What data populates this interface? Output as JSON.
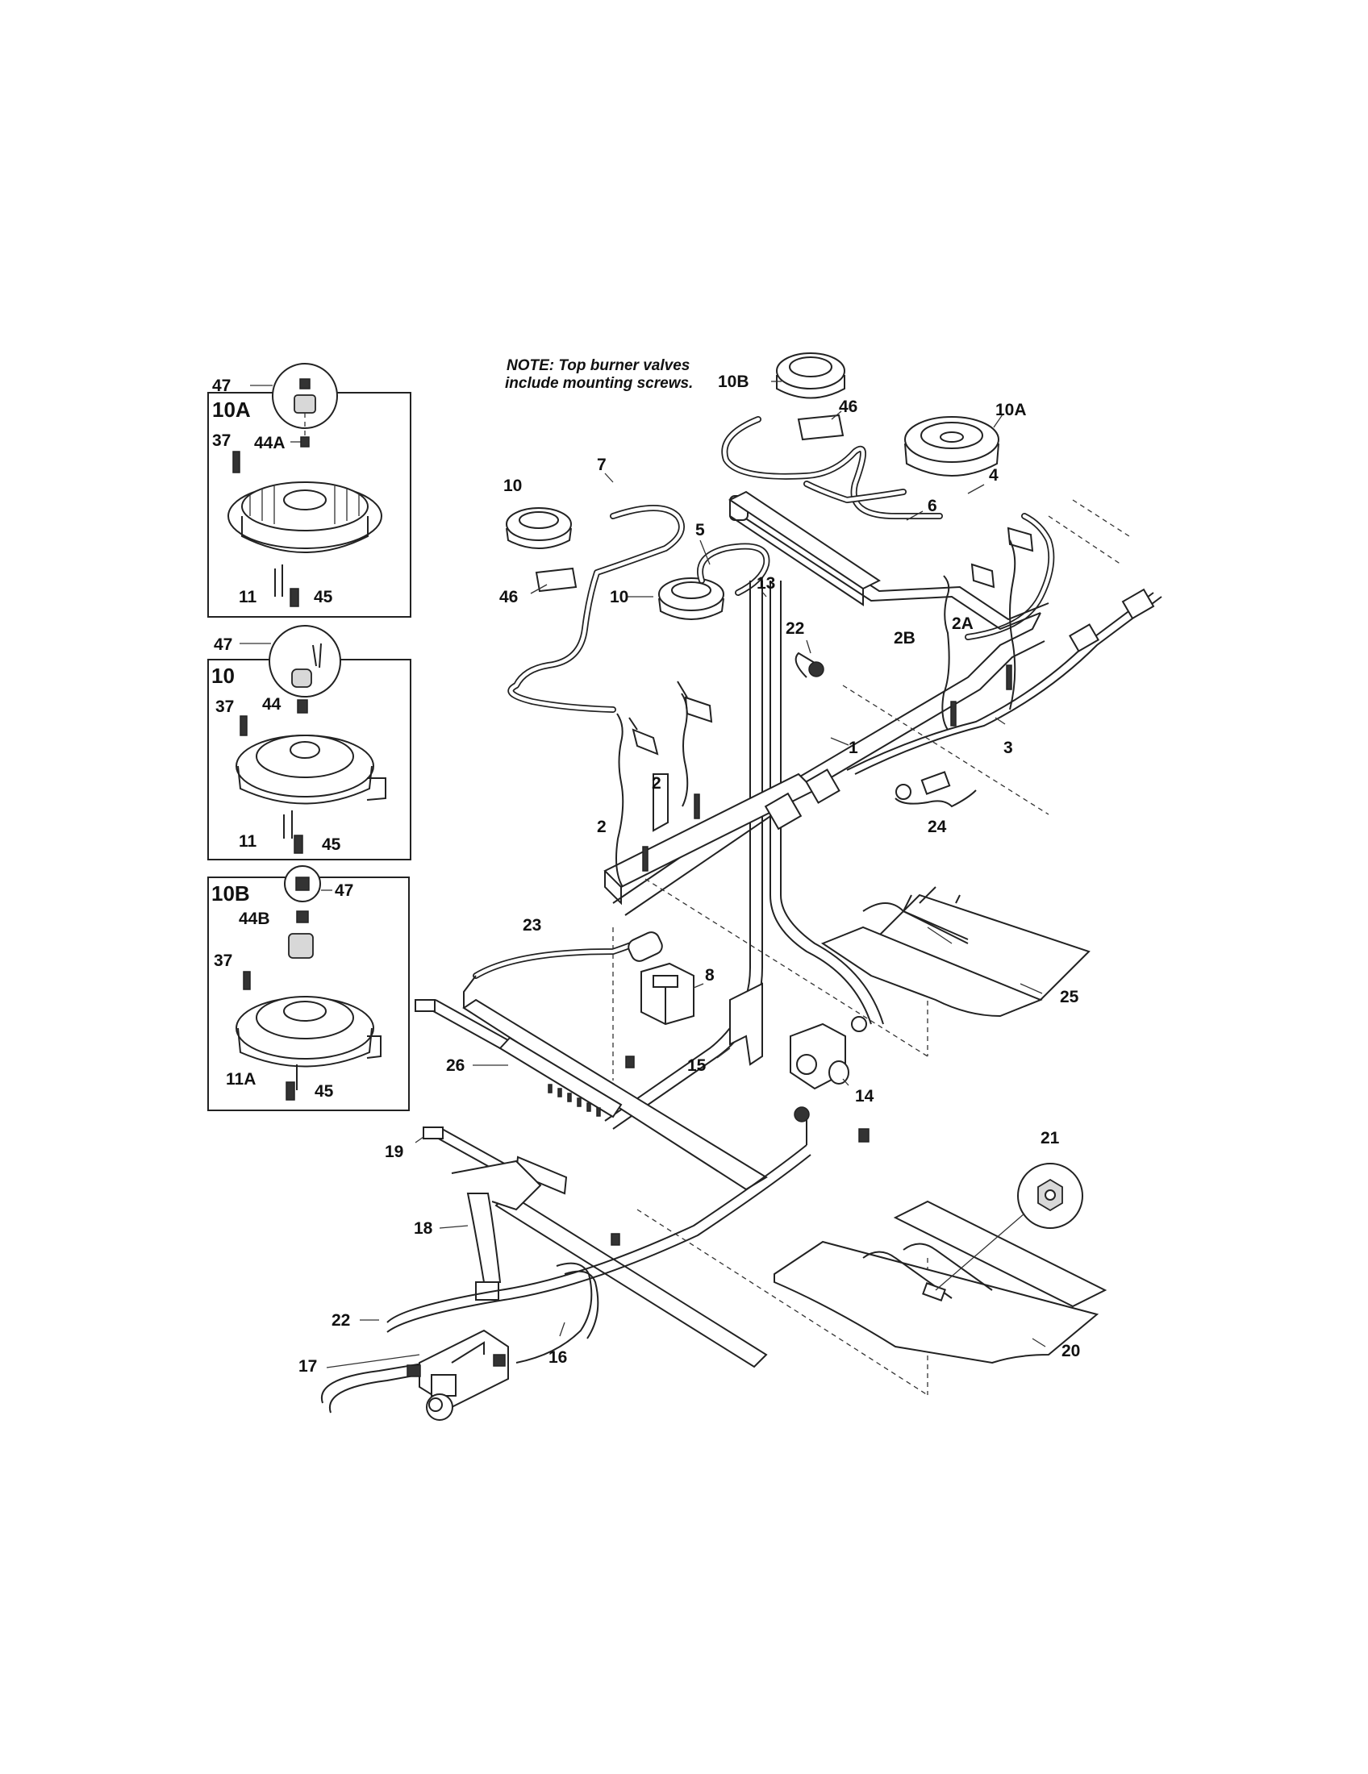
{
  "note": {
    "line1": "NOTE: Top burner valves",
    "line2": "include mounting screws."
  },
  "inset_boxes": [
    {
      "title": "10A",
      "labels": {
        "top": "47",
        "a": "37",
        "b": "44A",
        "c": "11",
        "d": "45"
      }
    },
    {
      "title": "10",
      "labels": {
        "top": "47",
        "a": "37",
        "b": "44",
        "c": "11",
        "d": "45"
      }
    },
    {
      "title": "10B",
      "labels": {
        "top": "47",
        "a": "37",
        "b": "44B",
        "c": "11A",
        "d": "45"
      }
    }
  ],
  "callouts": {
    "c10B": "10B",
    "c46a": "46",
    "c10Amain": "10A",
    "c4": "4",
    "c6": "6",
    "c7": "7",
    "c10a": "10",
    "c5": "5",
    "c10b": "10",
    "c46b": "46",
    "c13": "13",
    "c22a": "22",
    "c2B": "2B",
    "c2A": "2A",
    "c3": "3",
    "c1": "1",
    "c24": "24",
    "c2a": "2",
    "c2b": "2",
    "c23": "23",
    "c8": "8",
    "c25": "25",
    "c15": "15",
    "c26": "26",
    "c14": "14",
    "c21": "21",
    "c19": "19",
    "c18": "18",
    "c22b": "22",
    "c17": "17",
    "c16": "16",
    "c20": "20"
  }
}
